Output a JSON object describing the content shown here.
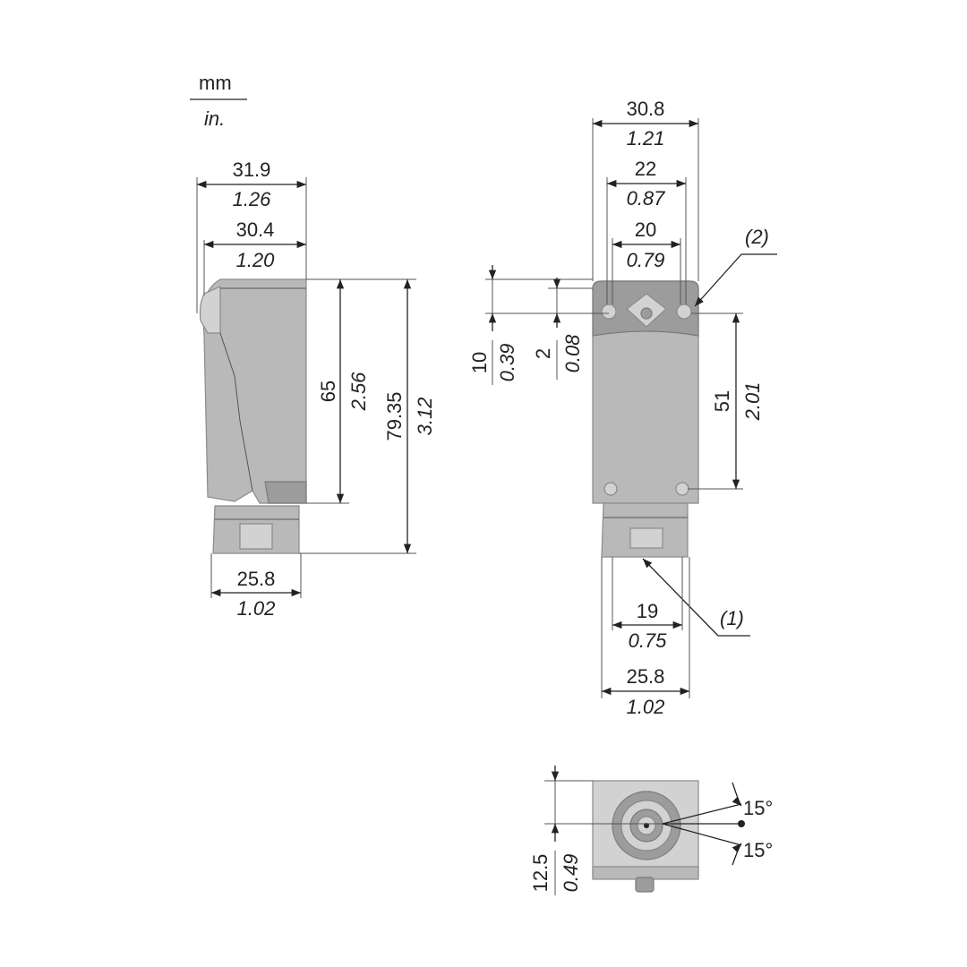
{
  "units": {
    "top": "mm",
    "bottom": "in."
  },
  "side_view": {
    "width_overall_mm": "31.9",
    "width_overall_in": "1.26",
    "width_body_mm": "30.4",
    "width_body_in": "1.20",
    "height_body_mm": "65",
    "height_body_in": "2.56",
    "height_total_mm": "79.35",
    "height_total_in": "3.12",
    "base_width_mm": "25.8",
    "base_width_in": "1.02"
  },
  "front_view": {
    "width_top_mm": "30.8",
    "width_top_in": "1.21",
    "width_22_mm": "22",
    "width_22_in": "0.87",
    "width_20_mm": "20",
    "width_20_in": "0.79",
    "offset_10_mm": "10",
    "offset_10_in": "0.39",
    "offset_2_mm": "2",
    "offset_2_in": "0.08",
    "height_51_mm": "51",
    "height_51_in": "2.01",
    "base_19_mm": "19",
    "base_19_in": "0.75",
    "base_258_mm": "25.8",
    "base_258_in": "1.02",
    "callout_1": "(1)",
    "callout_2": "(2)"
  },
  "bottom_view": {
    "offset_mm": "12.5",
    "offset_in": "0.49",
    "angle_top": "15°",
    "angle_bottom": "15°"
  }
}
